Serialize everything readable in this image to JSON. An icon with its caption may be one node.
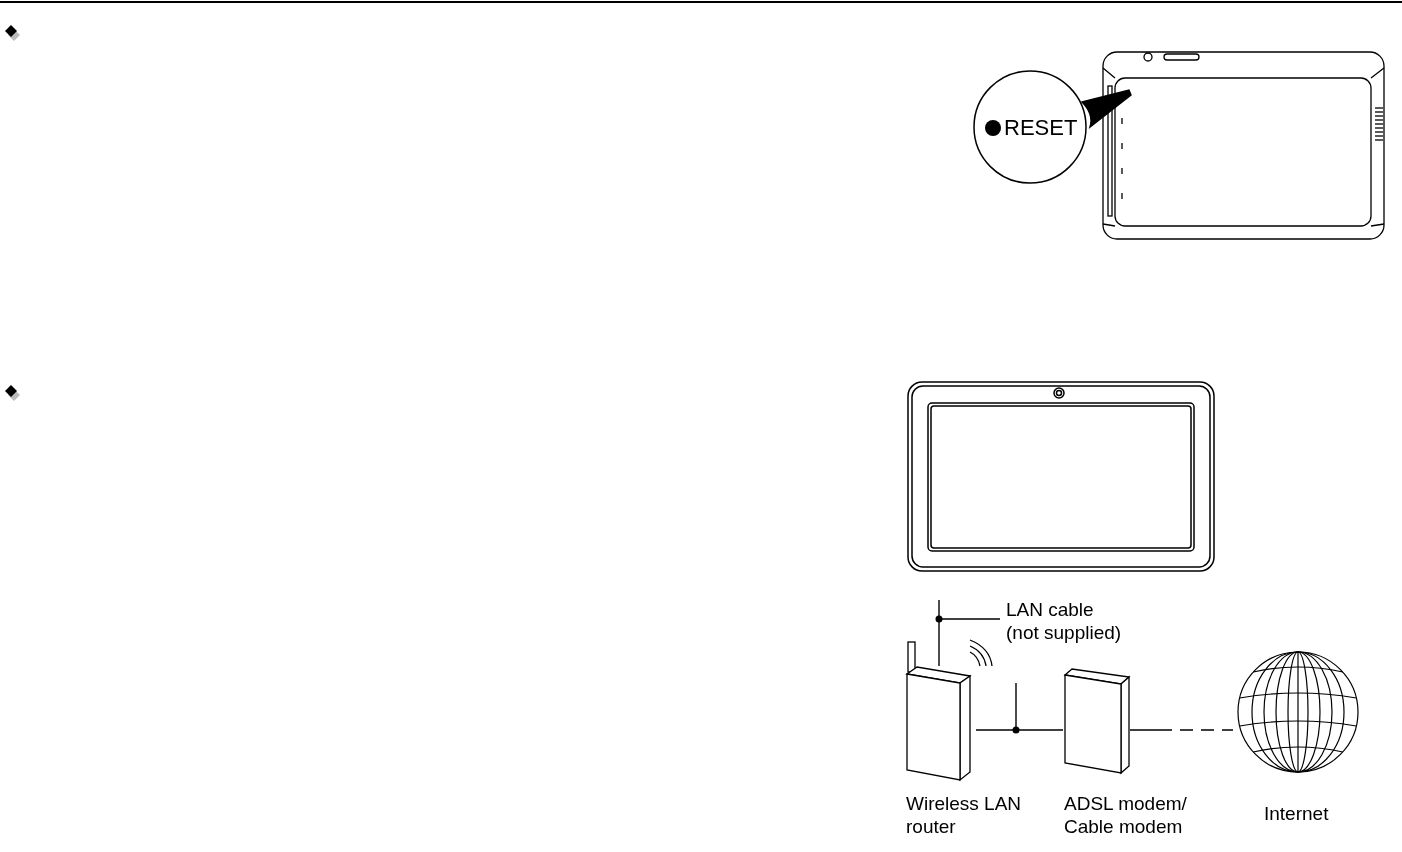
{
  "diagram": {
    "nodes": [
      {
        "text": [
          "RESET"
        ]
      },
      {
        "text": [],
        "shape": "picture"
      },
      {
        "text": [
          "LAN cable (not supplied)"
        ]
      },
      {
        "text": [
          "Wireless LAN router"
        ]
      },
      {
        "text": [
          "ADSL modem/ Cable modem"
        ]
      },
      {
        "text": [
          "Internet"
        ]
      }
    ],
    "edges": [
      {
        "from": 0,
        "to": 1,
        "arrow": "none"
      },
      {
        "from": 3,
        "to": null,
        "arrow": "none"
      },
      {
        "from": 2,
        "to": null,
        "arrow": "other"
      },
      {
        "from": 3,
        "to": 4,
        "arrow": "none"
      },
      {
        "from": 4,
        "to": 5,
        "arrow": "none",
        "style": "dashed"
      }
    ]
  }
}
